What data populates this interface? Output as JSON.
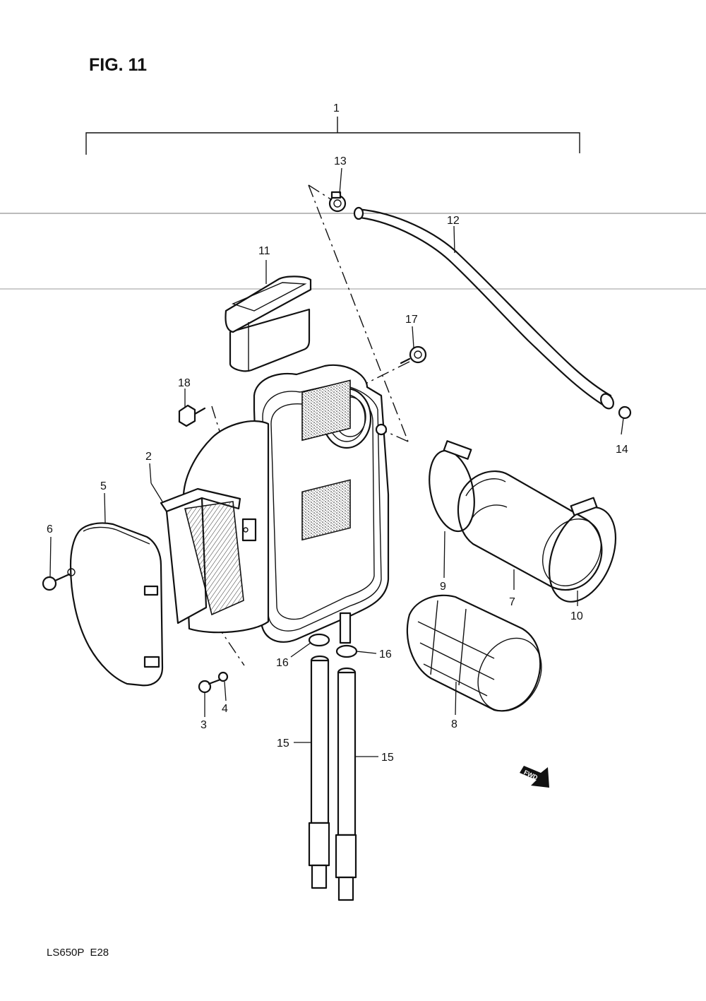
{
  "figure": {
    "title": "FIG. 11",
    "footer": "LS650P  E28",
    "fwd_label": "FWD"
  },
  "callouts": [
    {
      "id": "1",
      "label": "1"
    },
    {
      "id": "2",
      "label": "2"
    },
    {
      "id": "3",
      "label": "3"
    },
    {
      "id": "4",
      "label": "4"
    },
    {
      "id": "5",
      "label": "5"
    },
    {
      "id": "6",
      "label": "6"
    },
    {
      "id": "7",
      "label": "7"
    },
    {
      "id": "8",
      "label": "8"
    },
    {
      "id": "9",
      "label": "9"
    },
    {
      "id": "10",
      "label": "10"
    },
    {
      "id": "11",
      "label": "11"
    },
    {
      "id": "12",
      "label": "12"
    },
    {
      "id": "13",
      "label": "13"
    },
    {
      "id": "14",
      "label": "14"
    },
    {
      "id": "15a",
      "label": "15"
    },
    {
      "id": "15b",
      "label": "15"
    },
    {
      "id": "16a",
      "label": "16"
    },
    {
      "id": "16b",
      "label": "16"
    },
    {
      "id": "17",
      "label": "17"
    },
    {
      "id": "18",
      "label": "18"
    }
  ]
}
